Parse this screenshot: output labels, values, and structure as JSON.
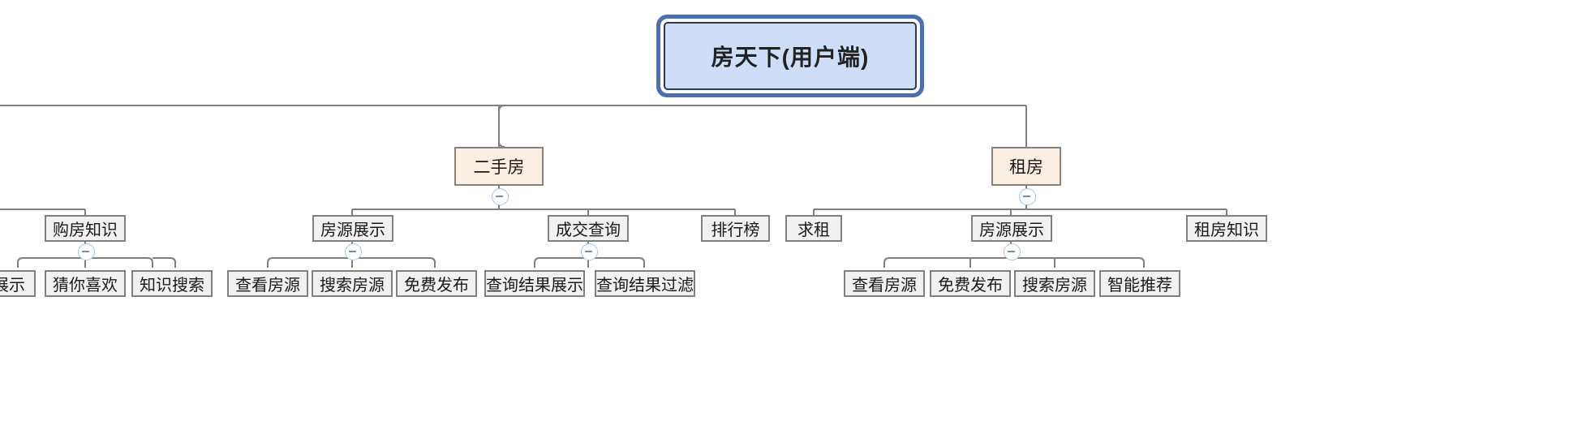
{
  "diagram": {
    "title_node": "房天下(用户端)",
    "type": "tree-sitemap",
    "colors": {
      "root_fill": "#cfdef8",
      "root_border": "#4a6fb5",
      "level2_fill": "#fbeee2",
      "level2_border": "#8a8178",
      "leaf_fill": "#f1f1f1",
      "leaf_border": "#808080",
      "wire": "#7f7f7f",
      "toggle_border": "#a9c3e8"
    },
    "toggle_label": "collapse"
  },
  "nodes": {
    "root": "房天下(用户端)",
    "level2": {
      "ershoufang": "二手房",
      "zufang": "租房"
    },
    "level3": {
      "gouf_zhishi": "购房知识",
      "fangyuan_zhanshi_a": "房源展示",
      "chengjiao_chaxun": "成交查询",
      "paihangbang": "排行榜",
      "qiuzu": "求租",
      "fangyuan_zhanshi_b": "房源展示",
      "zufang_zhishi": "租房知识"
    },
    "level4": {
      "zhanshi_clipped": "展示",
      "cainixihuan": "猜你喜欢",
      "zhishi_sousuo": "知识搜索",
      "chakan_fangyuan_a": "查看房源",
      "sousuo_fangyuan_a": "搜索房源",
      "mianfei_fabu_a": "免费发布",
      "chaxun_jieguo_zhanshi": "查询结果展示",
      "chaxun_jieguo_guolv": "查询结果过滤",
      "chakan_fangyuan_b": "查看房源",
      "mianfei_fabu_b": "免费发布",
      "sousuo_fangyuan_b": "搜索房源",
      "zhineng_tuijian": "智能推荐"
    }
  }
}
